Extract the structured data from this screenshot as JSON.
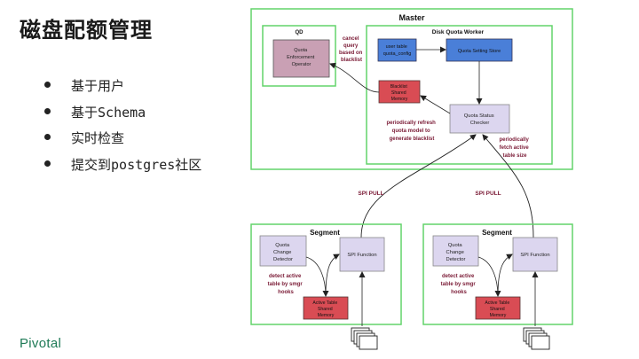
{
  "slide": {
    "title": "磁盘配额管理",
    "bullets": [
      {
        "prefix": "基于用户",
        "mono": "",
        "suffix": ""
      },
      {
        "prefix": "基于",
        "mono": "Schema",
        "suffix": ""
      },
      {
        "prefix": "实时检查",
        "mono": "",
        "suffix": ""
      },
      {
        "prefix": "提交到",
        "mono": "postgres",
        "suffix": "社区"
      }
    ],
    "logo": "Pivotal"
  },
  "diagram": {
    "colors": {
      "frame_green": "#62d46a",
      "enforcement_pink": "#c9a0b4",
      "blue_box": "#4a7fd8",
      "red_box": "#d94c54",
      "lavender_box": "#dcd6ef",
      "annotation_maroon": "#7a1a35"
    },
    "master_label": "Master",
    "qd_label": "QD",
    "enforcement": [
      "Quota",
      "Enforcement",
      "Operator"
    ],
    "worker_label": "Disk Quota Worker",
    "user_table": [
      "user table",
      "quota_config"
    ],
    "setting_store": "Quota Setting Store",
    "blacklist_mem": [
      "Blacklist",
      "Shared",
      "Memory"
    ],
    "status_checker": [
      "Quota Status",
      "Checker"
    ],
    "cancel_note": [
      "cancel",
      "query",
      "based on",
      "blacklist"
    ],
    "refresh_note": [
      "periodically refresh",
      "quota model to",
      "generate blacklist"
    ],
    "fetch_note": [
      "periodically",
      "fetch active",
      "table size"
    ],
    "spi_pull": "SPI PULL",
    "segments": [
      {
        "label": "Segment",
        "detector": [
          "Quota",
          "Change",
          "Detector"
        ],
        "spi_function": "SPI Function",
        "detect_note": [
          "detect active",
          "table by smgr",
          "hooks"
        ],
        "active_mem": [
          "Active Table",
          "Shared",
          "Memory"
        ]
      },
      {
        "label": "Segment",
        "detector": [
          "Quota",
          "Change",
          "Detector"
        ],
        "spi_function": "SPI Function",
        "detect_note": [
          "detect active",
          "table by smgr",
          "hooks"
        ],
        "active_mem": [
          "Active Table",
          "Shared",
          "Memory"
        ]
      }
    ]
  }
}
